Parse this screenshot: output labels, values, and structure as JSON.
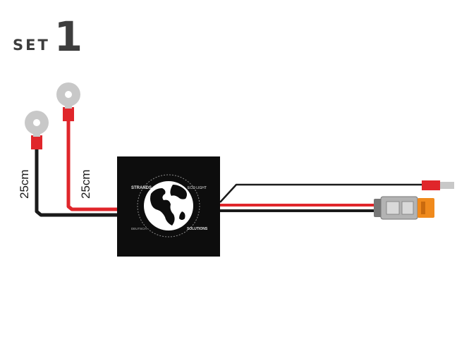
{
  "title": {
    "word": "SET",
    "number": "1"
  },
  "lengths": {
    "left_wire": "25cm",
    "right_wire": "25cm"
  },
  "module": {
    "text_top_left": "STRANDS",
    "text_top_right": "ECO LIGHT",
    "text_bottom_left": "DEUTSCH",
    "text_bottom_right": "SOLUTIONS"
  },
  "colors": {
    "title": "#3d3d3d",
    "wire_black": "#1a1a1a",
    "wire_red": "#e0262b",
    "terminal": "#c8c8c8",
    "connector": "#f08a1c",
    "module": "#0d0d0d"
  }
}
